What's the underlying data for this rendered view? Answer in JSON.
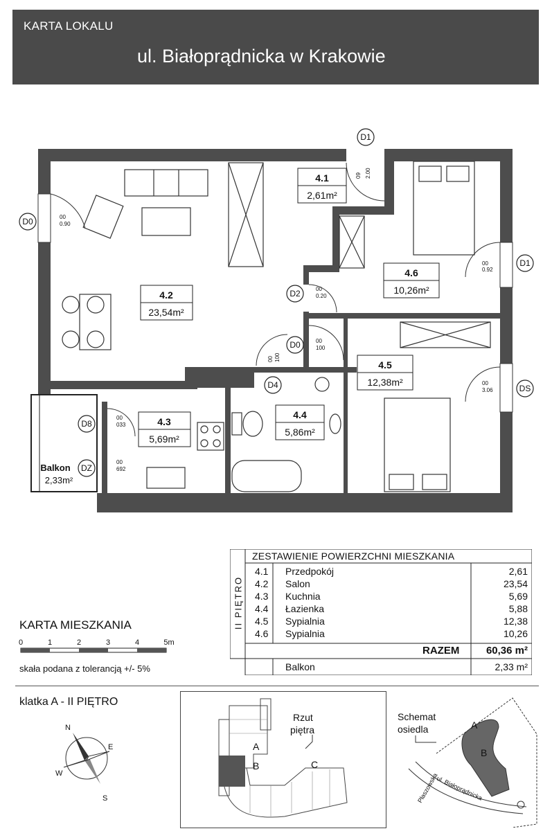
{
  "header": {
    "subtitle": "KARTA LOKALU",
    "title": "ul. Białoprądnicka w Krakowie"
  },
  "rooms": [
    {
      "id": "4.1",
      "area": "2,61m²"
    },
    {
      "id": "4.2",
      "area": "23,54m²"
    },
    {
      "id": "4.3",
      "area": "5,69m²"
    },
    {
      "id": "4.4",
      "area": "5,86m²"
    },
    {
      "id": "4.5",
      "area": "12,38m²"
    },
    {
      "id": "4.6",
      "area": "10,26m²"
    }
  ],
  "balcony": {
    "label": "Balkon",
    "area": "2,33m²"
  },
  "tags": {
    "d1a": "D1",
    "d1b": "D1",
    "d0a": "D0",
    "d0b": "D0",
    "d2": "D2",
    "d4": "D4",
    "ds": "DS",
    "d8": "D8",
    "dz": "DZ"
  },
  "door_codes": {
    "c1": "00",
    "c2": "0.90",
    "c3": "00",
    "c4": "0.92",
    "c5": "00",
    "c6": "0.20",
    "c7": "00",
    "c8": "100",
    "c9": "00",
    "c10": "3.06",
    "c11": "00",
    "c12": "033",
    "c13": "00",
    "c14": "692",
    "c15": "09",
    "c16": "2.00",
    "c17": "00",
    "c18": "100"
  },
  "summary": {
    "title": "ZESTAWIENIE POWIERZCHNI MIESZKANIA",
    "floor_label": "II PIĘTRO",
    "rows": [
      {
        "no": "4.1",
        "name": "Przedpokój",
        "area": "2,61"
      },
      {
        "no": "4.2",
        "name": "Salon",
        "area": "23,54"
      },
      {
        "no": "4.3",
        "name": "Kuchnia",
        "area": "5,69"
      },
      {
        "no": "4.4",
        "name": "Łazienka",
        "area": "5,88"
      },
      {
        "no": "4.5",
        "name": "Sypialnia",
        "area": "12,38"
      },
      {
        "no": "4.6",
        "name": "Sypialnia",
        "area": "10,26"
      }
    ],
    "total_label": "RAZEM",
    "total_value": "60,36 m²",
    "balcony_label": "Balkon",
    "balcony_value": "2,33 m²"
  },
  "scale": {
    "title": "KARTA MIESZKANIA",
    "ticks": [
      "0",
      "1",
      "2",
      "3",
      "4",
      "5m"
    ],
    "note": "skała podana z tolerancją +/- 5%"
  },
  "bottom": {
    "floor": "klatka A  -  II PIĘTRO",
    "compass": {
      "n": "N",
      "e": "E",
      "w": "W",
      "s": "S"
    },
    "plan_label_1": "Rzut",
    "plan_label_2": "piętra",
    "plan_letters": {
      "a": "A",
      "b": "B",
      "c": "C"
    },
    "schema_1": "Schemat",
    "schema_2": "osiedla",
    "schema_letters": {
      "a": "A",
      "b": "B"
    },
    "street_1": "ul. Białoprądnicka",
    "street_2": "Płaszowska"
  }
}
